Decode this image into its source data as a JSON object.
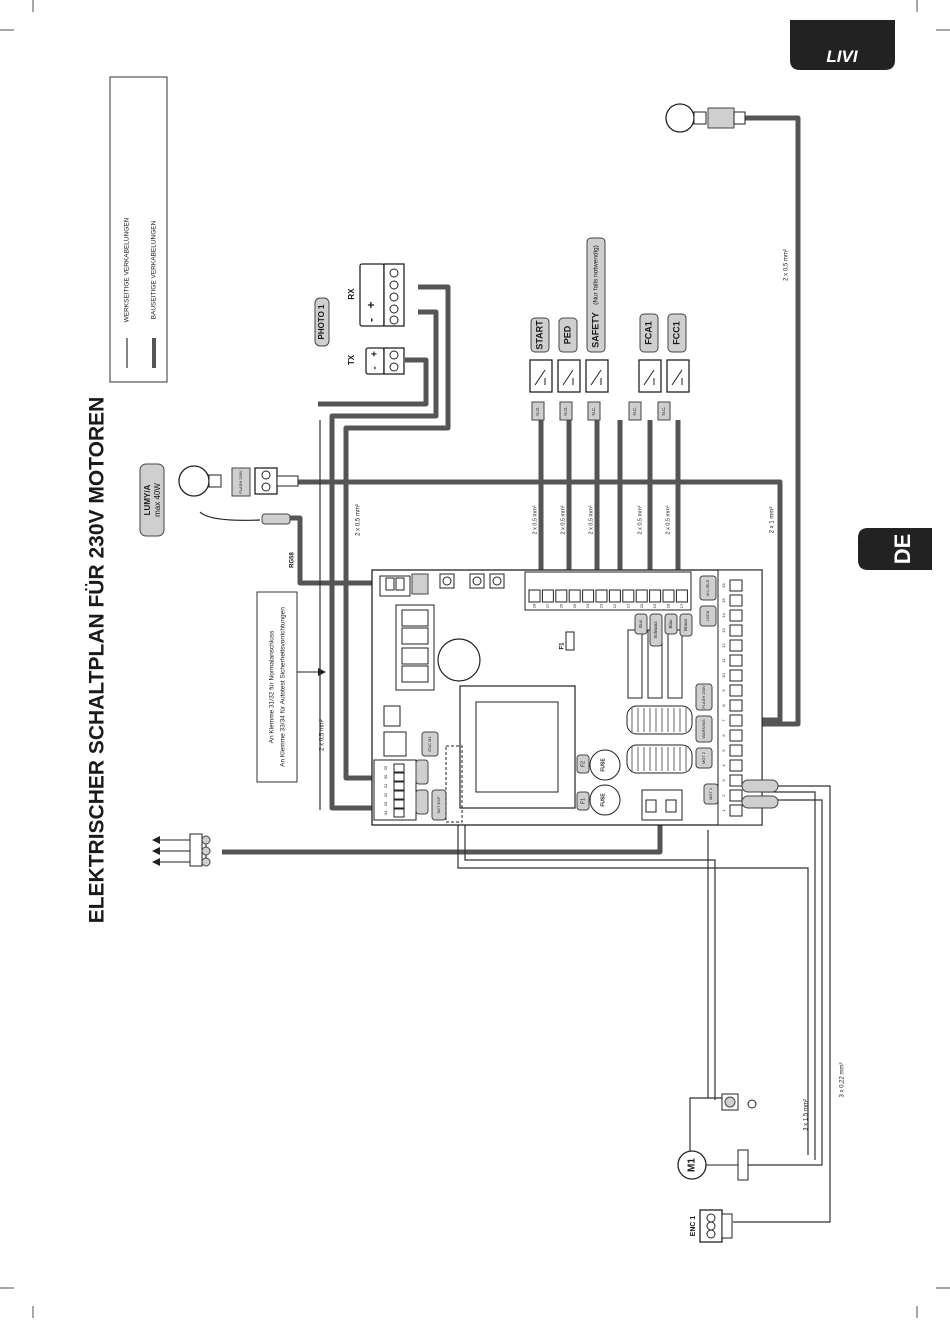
{
  "brand": {
    "logo": "LIVI",
    "lang_tab": "DE",
    "black": "#222222"
  },
  "title": "ELEKTRISCHER SCHALTPLAN FÜR 230V MOTOREN",
  "legend": {
    "factory": "WERKSEITIGE VERKABELUNGEN",
    "site": "BAUSEITIGE VERKABELUNGEN"
  },
  "photo": {
    "label": "PHOTO 1",
    "rx": "RX",
    "tx": "TX",
    "plus": "+",
    "minus": "-"
  },
  "lamp": {
    "name": "LUMY/A",
    "power": "max 40W",
    "flash_label": "FLASH 230V"
  },
  "antenna": {
    "label": "RG58"
  },
  "note": {
    "line1": "An Klemme 31/32 für Normalanschluss",
    "line2": "An Klemme 33/34 für Autotest Sicherheitsvorrichtungen"
  },
  "inputs": [
    {
      "name": "START",
      "contact": "N.O.",
      "cable": "2 x 0,5 mm²"
    },
    {
      "name": "PED",
      "contact": "N.O.",
      "cable": "2 x 0,5 mm²"
    },
    {
      "name": "SAFETY",
      "note": "(Nur falls notwendig)",
      "contact": "N.C.",
      "cable": "2 x 0,5 mm²"
    },
    {
      "name": "FCA1",
      "contact": "N.C.",
      "cable": "2 x 0,5 mm²"
    },
    {
      "name": "FCC1",
      "contact": "N.C.",
      "cable": "2 x 0,5 mm²"
    }
  ],
  "cables": {
    "photo": "2 x 0,5 mm²",
    "warning": "2 x 0,5 mm²",
    "lamp": "2 x 1 mm²",
    "photo_tx": "2 x 0,5 mm²",
    "motor": "3 x 1,5 mm²",
    "encoder": "3 x 0,22 mm²"
  },
  "board": {
    "fuses": [
      "F1",
      "F2"
    ],
    "f1_mark": "F1",
    "buttons_col": [
      "Bus",
      "Schwarz",
      "Blau",
      "Braun"
    ],
    "lock_label": "LOCK",
    "wl_label": "W.L./ELS",
    "flash_label": "FLASH 230V",
    "warning_label": "WARNING",
    "mot2_label": "MOT 2",
    "mot1_label": "MOT 1",
    "enc_label": "ENC M1",
    "net_exp": "NET EXP",
    "terminals_top": [
      "28",
      "27",
      "26",
      "25",
      "24",
      "23",
      "22",
      "21",
      "20",
      "19",
      "18",
      "17"
    ],
    "terminals_left": [
      "29",
      "30",
      "31",
      "32",
      "33",
      "34"
    ],
    "terminals_right": [
      "16",
      "15",
      "14",
      "13",
      "12",
      "11",
      "10",
      "9",
      "8",
      "7",
      "6",
      "5",
      "4",
      "3",
      "2",
      "1"
    ],
    "fuse_word": "FUSE"
  },
  "motor": {
    "label": "M1",
    "encoder": "ENC 1"
  }
}
